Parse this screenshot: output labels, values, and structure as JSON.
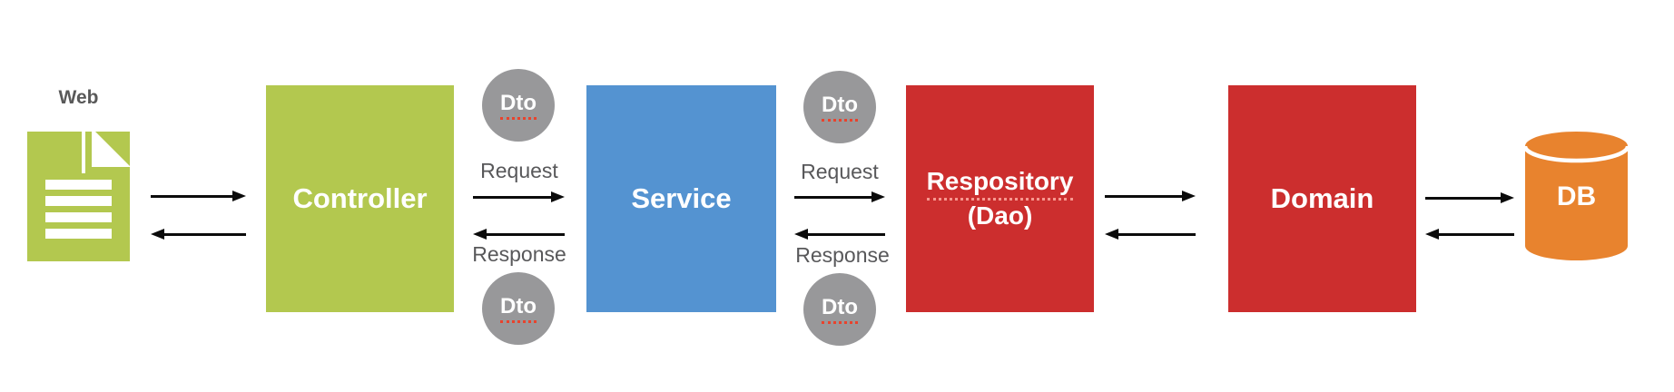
{
  "diagram": {
    "web": {
      "label": "Web"
    },
    "nodes": {
      "controller": {
        "label": "Controller"
      },
      "service": {
        "label": "Service"
      },
      "repository": {
        "line1": "Respository",
        "line2": "(Dao)"
      },
      "domain": {
        "label": "Domain"
      },
      "db": {
        "label": "DB"
      }
    },
    "dto": {
      "label": "Dto"
    },
    "flow": {
      "request": "Request",
      "response": "Response"
    },
    "colors": {
      "controller_green": "#b3c84f",
      "service_blue": "#5493d1",
      "repository_red": "#cc2e2e",
      "domain_red": "#cc2e2e",
      "db_orange": "#e8832e",
      "dto_gray": "#98989a",
      "label_gray": "#58585a",
      "arrow_black": "#0b0b0b",
      "spellcheck_red": "#e8432d"
    }
  }
}
